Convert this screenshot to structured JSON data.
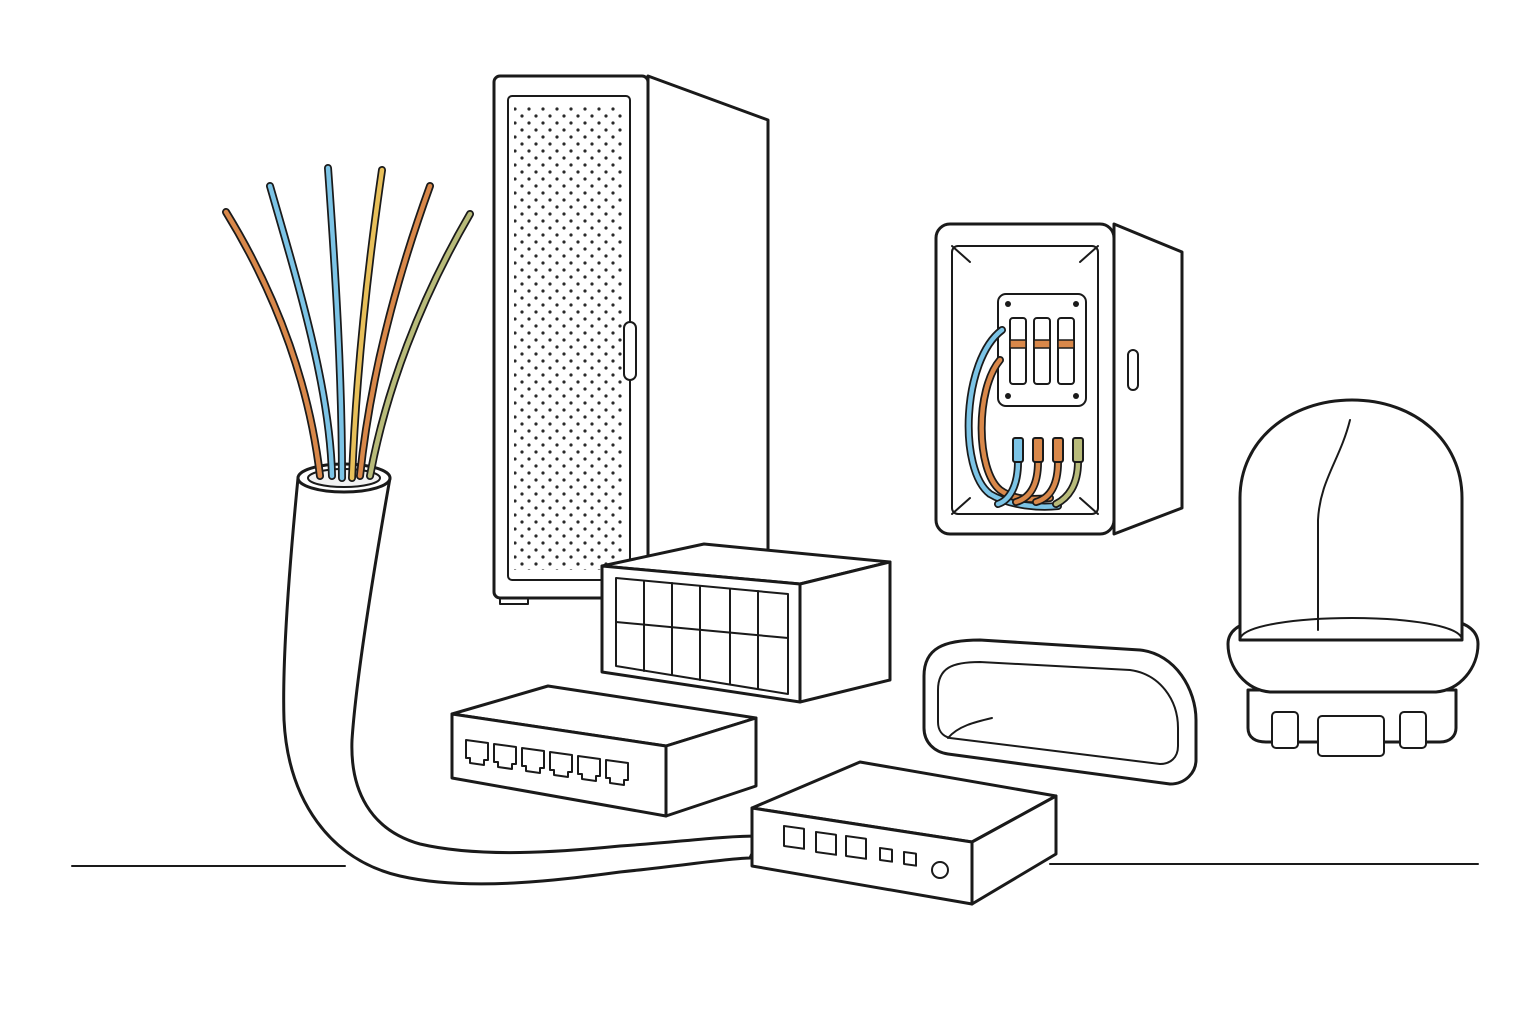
{
  "palette": {
    "line": "#1a1a1a",
    "background": "#ffffff",
    "fiber_orange": "#d9884a",
    "fiber_blue": "#7cc4e6",
    "fiber_yellow": "#e8c05a",
    "fiber_olive": "#b8bb7a",
    "dome_tint": "#eef2f4"
  },
  "items": [
    {
      "id": "fiber-optic-cable",
      "strand_colors": [
        "orange",
        "blue",
        "blue",
        "yellow",
        "orange",
        "olive"
      ]
    },
    {
      "id": "server-rack-cabinet",
      "door": "perforated"
    },
    {
      "id": "fiber-distribution-box",
      "tray_count": 3,
      "pigtail_count": 4
    },
    {
      "id": "fiber-splice-closure-dome"
    },
    {
      "id": "patch-panel",
      "port_rows": 2,
      "ports_per_row": 6
    },
    {
      "id": "network-switch",
      "ports": 6
    },
    {
      "id": "cable-protector-sleeve"
    },
    {
      "id": "media-converter",
      "square_ports": 3,
      "small_ports": 2,
      "led_count": 1
    }
  ]
}
